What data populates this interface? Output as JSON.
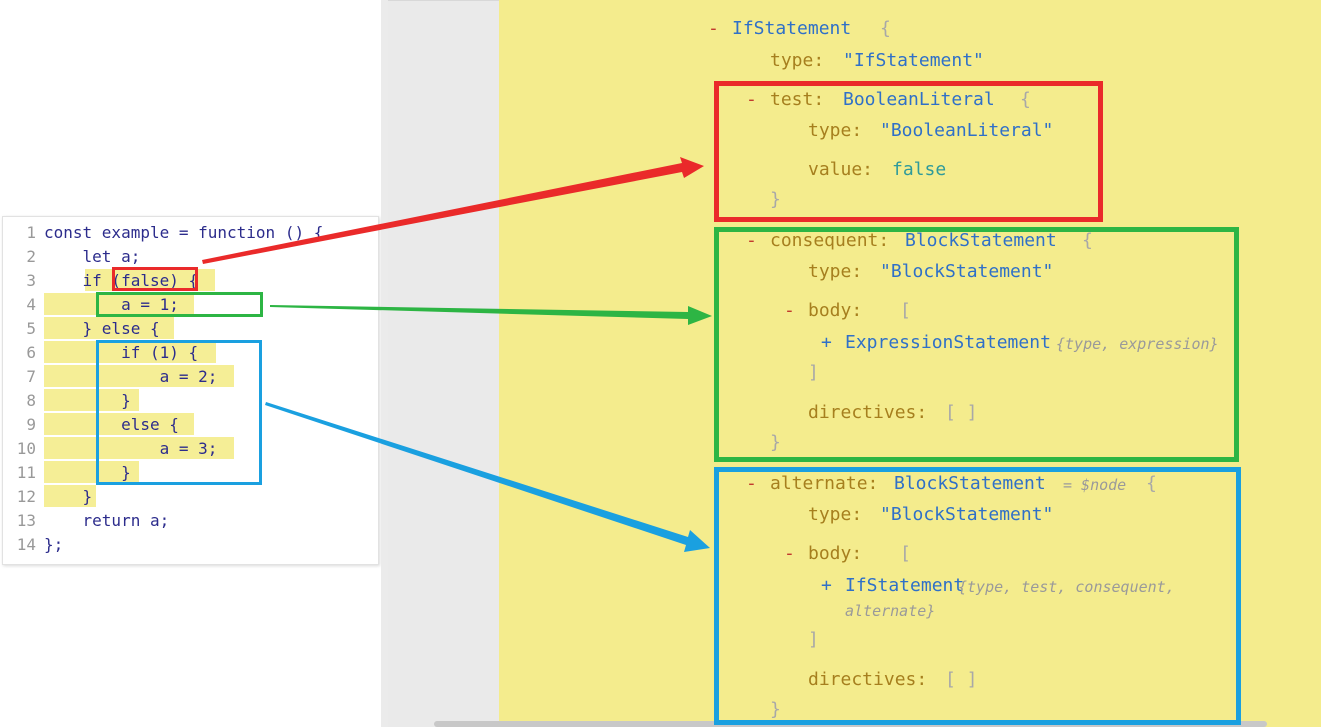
{
  "code": {
    "lines": [
      {
        "n": "1",
        "text": "const example = function () {"
      },
      {
        "n": "2",
        "text": "    let a;"
      },
      {
        "n": "3",
        "text": "    if (false) {"
      },
      {
        "n": "4",
        "text": "        a = 1;"
      },
      {
        "n": "5",
        "text": "    } else {"
      },
      {
        "n": "6",
        "text": "        if (1) {"
      },
      {
        "n": "7",
        "text": "            a = 2;"
      },
      {
        "n": "8",
        "text": "        }"
      },
      {
        "n": "9",
        "text": "        else {"
      },
      {
        "n": "10",
        "text": "            a = 3;"
      },
      {
        "n": "11",
        "text": "        }"
      },
      {
        "n": "12",
        "text": "    }"
      },
      {
        "n": "13",
        "text": "    return a;"
      },
      {
        "n": "14",
        "text": "};"
      }
    ]
  },
  "tree": {
    "root": {
      "toggle": "-",
      "name": "IfStatement",
      "brace_open": "{"
    },
    "root_type": {
      "key": "type:",
      "value": "\"IfStatement\""
    },
    "test": {
      "toggle": "-",
      "key": "test:",
      "name": "BooleanLiteral",
      "brace_open": "{",
      "type_key": "type:",
      "type_value": "\"BooleanLiteral\"",
      "value_key": "value:",
      "value_value": "false",
      "brace_close": "}"
    },
    "consequent": {
      "toggle": "-",
      "key": "consequent:",
      "name": "BlockStatement",
      "brace_open": "{",
      "type_key": "type:",
      "type_value": "\"BlockStatement\"",
      "body_toggle": "-",
      "body_key": "body:",
      "bracket_open": "[",
      "item_toggle": "+",
      "item_name": "ExpressionStatement",
      "item_summary": "{type, expression}",
      "bracket_close": "]",
      "directives_key": "directives:",
      "directives_value": "[ ]",
      "brace_close": "}"
    },
    "alternate": {
      "toggle": "-",
      "key": "alternate:",
      "name": "BlockStatement",
      "annotation": "= $node",
      "brace_open": "{",
      "type_key": "type:",
      "type_value": "\"BlockStatement\"",
      "body_toggle": "-",
      "body_key": "body:",
      "bracket_open": "[",
      "item_toggle": "+",
      "item_name": "IfStatement",
      "item_summary_1": "{type, test, consequent,",
      "item_summary_2": "alternate}",
      "bracket_close": "]",
      "directives_key": "directives:",
      "directives_value": "[ ]",
      "brace_close": "}"
    }
  },
  "colors": {
    "red": "#ea2a2a",
    "green": "#2db544",
    "blue": "#1aa0e0",
    "highlight": "#f5ee96",
    "tree_bg": "#f4ec8d"
  }
}
